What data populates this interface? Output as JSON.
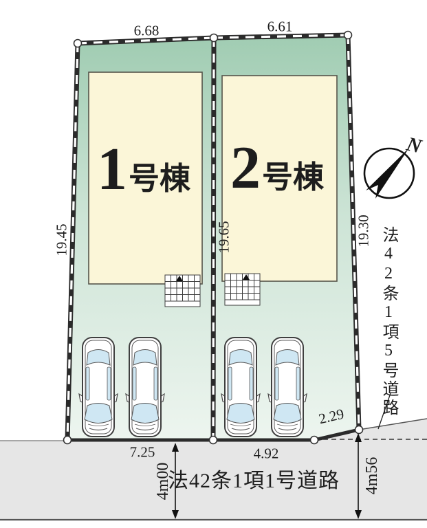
{
  "plan": {
    "dimensions": {
      "top_lot1": "6.68",
      "top_lot2": "6.61",
      "side_left": "19.45",
      "side_middle": "19.65",
      "side_right": "19.30",
      "bottom_lot1": "7.25",
      "bottom_lot2": "4.92",
      "bottom_corner": "2.29"
    },
    "road_widths": {
      "left": "4m00",
      "right": "4m56"
    },
    "buildings": [
      {
        "number": "1",
        "suffix": "号棟"
      },
      {
        "number": "2",
        "suffix": "号棟"
      }
    ],
    "roads": {
      "bottom_label": "法42条1項1号道路",
      "right_label": "法42条1項5号道路"
    },
    "compass": {
      "north": "N"
    },
    "colors": {
      "lot_green_top": "#a0ccb2",
      "lot_green_mid": "#cde4d6",
      "lot_green_bottom": "#edf5ef",
      "building_fill": "#fbf6d8",
      "road_fill": "#e6e6e6",
      "window_blue": "#cfe7f3",
      "line_dark": "#2b2b2b"
    }
  }
}
